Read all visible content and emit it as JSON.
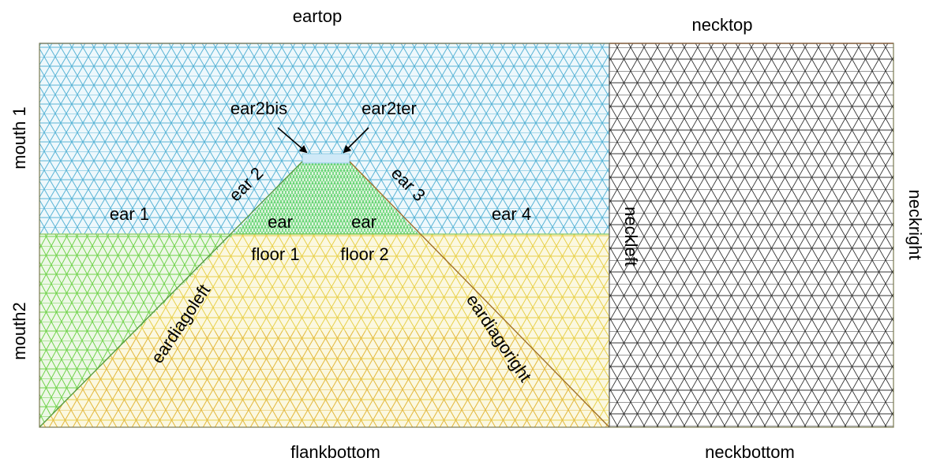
{
  "labels": {
    "eartop": "eartop",
    "necktop": "necktop",
    "mouth1": "mouth 1",
    "mouth2": "mouth2",
    "ear1": "ear 1",
    "ear2": "ear 2",
    "ear3": "ear 3",
    "ear4": "ear 4",
    "ear2bis": "ear2bis",
    "ear2ter": "ear2ter",
    "earfloor1_a": "ear",
    "earfloor1_b": "floor 1",
    "earfloor2_a": "ear",
    "earfloor2_b": "floor 2",
    "eardiagoleft": "eardiagoleft",
    "eardiagoright": "eardiagoright",
    "neckleft": "neckleft",
    "neckright": "neckright",
    "flankbottom": "flankbottom",
    "neckbottom": "neckbottom"
  },
  "colors": {
    "background": "#ffffff",
    "upper_mesh": "#5ab4d6",
    "upper_fill": "#eef8fc",
    "ear_floor_mesh": "#3cc850",
    "ear_floor_fill": "#e6f7e4",
    "green_mesh": "#6fd24a",
    "green_fill": "#edf8e6",
    "yellow_mesh": "#e8d04a",
    "yellow_fill": "#fbf8e0",
    "orange_mesh": "#e0a840",
    "neck_mesh": "#333333",
    "top_edge": "#b02020"
  }
}
